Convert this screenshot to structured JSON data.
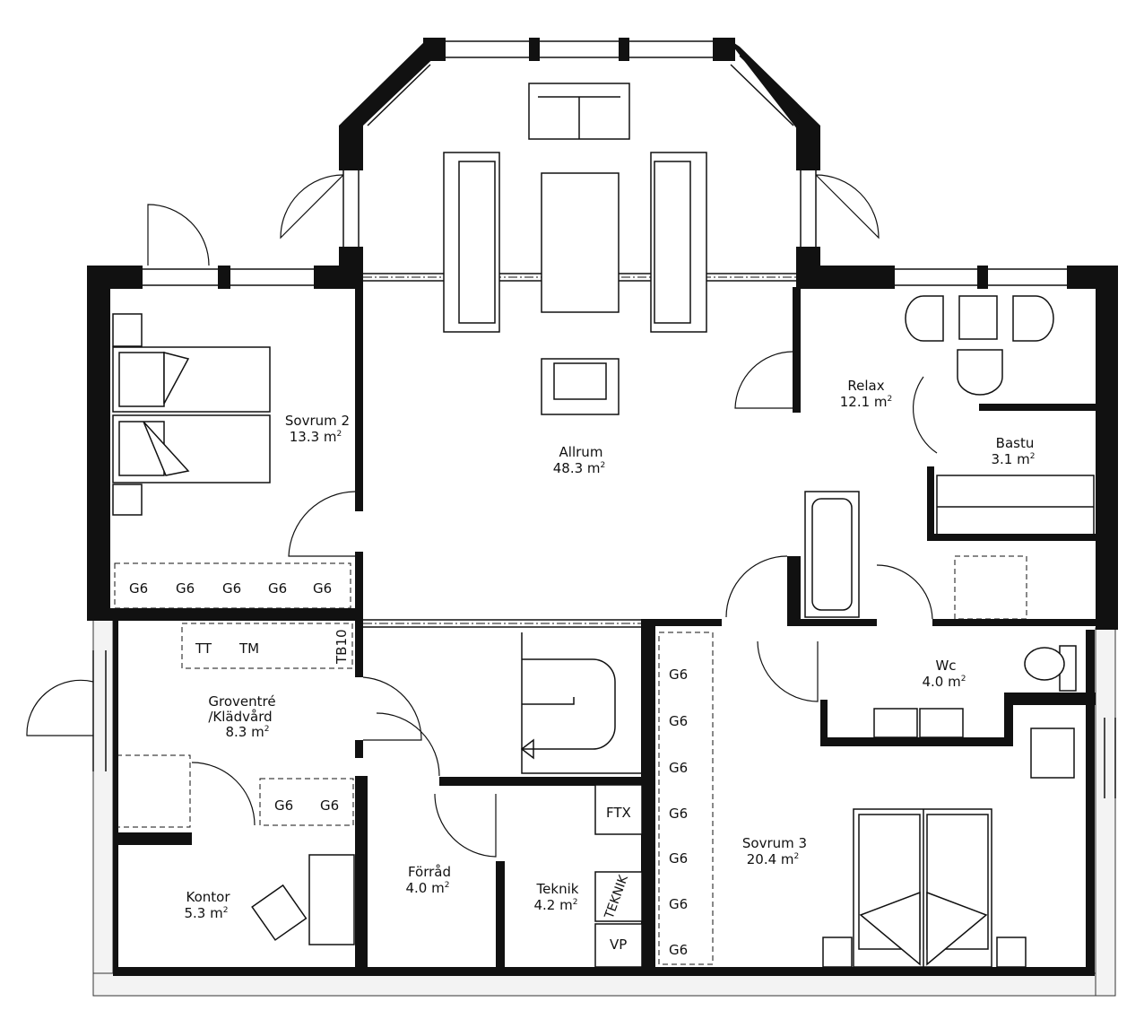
{
  "rooms": {
    "allrum": {
      "name": "Allrum",
      "area": "48.3 m",
      "sup": "2"
    },
    "sovrum2": {
      "name": "Sovrum 2",
      "area": "13.3 m",
      "sup": "2"
    },
    "relax": {
      "name": "Relax",
      "area": "12.1 m",
      "sup": "2"
    },
    "bastu": {
      "name": "Bastu",
      "area": "3.1 m",
      "sup": "2"
    },
    "wc": {
      "name": "Wc",
      "area": "4.0 m",
      "sup": "2"
    },
    "groventre": {
      "name_line1": "Groventré",
      "name_line2": "/Klädvård",
      "area": "8.3 m",
      "sup": "2"
    },
    "kontor": {
      "name": "Kontor",
      "area": "5.3 m",
      "sup": "2"
    },
    "forrad": {
      "name": "Förråd",
      "area": "4.0 m",
      "sup": "2"
    },
    "teknik": {
      "name": "Teknik",
      "area": "4.2 m",
      "sup": "2"
    },
    "sovrum3": {
      "name": "Sovrum 3",
      "area": "20.4 m",
      "sup": "2"
    }
  },
  "fixtures": {
    "wardrobe": "G6",
    "tt": "TT",
    "tm": "TM",
    "tb10": "TB10",
    "ftx": "FTX",
    "teknik_unit": "TEKNIK",
    "vp": "VP"
  },
  "colors": {
    "wall": "#111111",
    "background": "#ffffff",
    "hatch": "#f3f3f3"
  }
}
